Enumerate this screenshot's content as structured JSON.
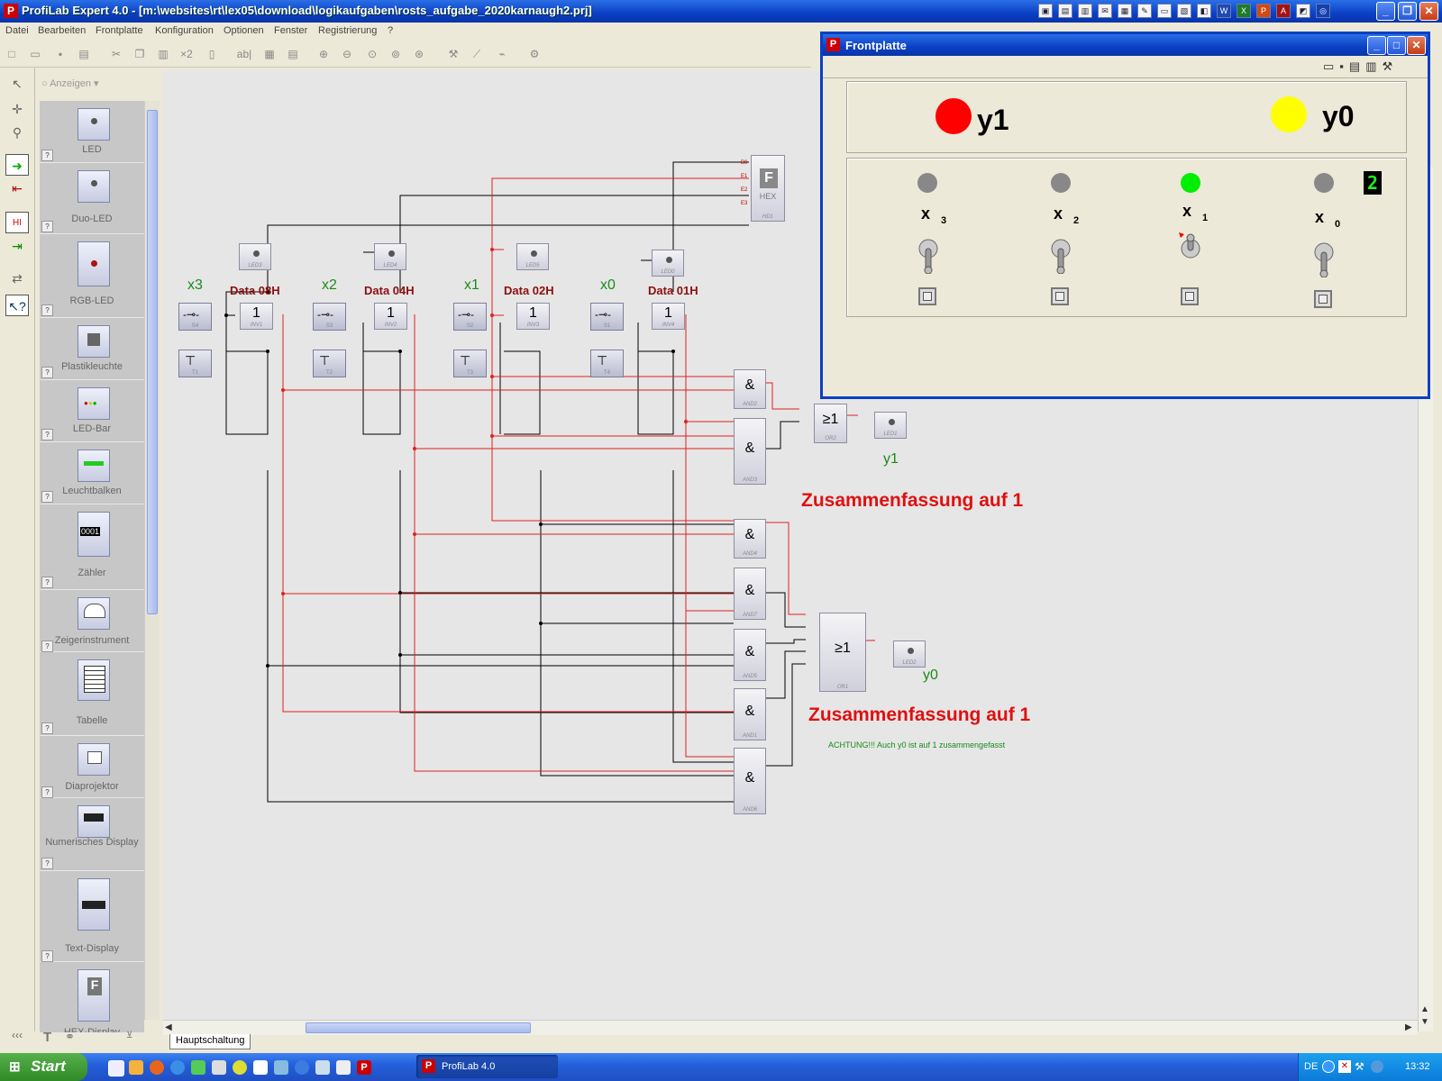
{
  "window": {
    "title": "ProfiLab Expert 4.0 - [m:\\websites\\rt\\lex05\\download\\logikaufgaben\\rosts_aufgabe_2020karnaugh2.prj]",
    "icon_letter": "P"
  },
  "menu": [
    "Datei",
    "Bearbeiten",
    "Frontplatte",
    "Konfiguration",
    "Optionen",
    "Fenster",
    "Registrierung",
    "?"
  ],
  "palette": {
    "header": "Anzeigen",
    "items": [
      "LED",
      "Duo-LED",
      "RGB-LED",
      "Plastikleuchte",
      "LED-Bar",
      "Leuchtbalken",
      "Zähler",
      "Zeigerinstrument",
      "Tabelle",
      "Diaprojektor",
      "Numerisches Display",
      "Text-Display",
      "HEX-Display"
    ]
  },
  "canvas": {
    "inputs": [
      {
        "name": "x3",
        "data_label": "Data 08H",
        "switch_cap": "S4",
        "button_cap": "T1",
        "inv_cap": "INV1",
        "led_cap": "LED3"
      },
      {
        "name": "x2",
        "data_label": "Data 04H",
        "switch_cap": "S3",
        "button_cap": "T2",
        "inv_cap": "INV2",
        "led_cap": "LED4"
      },
      {
        "name": "x1",
        "data_label": "Data 02H",
        "switch_cap": "S2",
        "button_cap": "T3",
        "inv_cap": "INV3",
        "led_cap": "LED5"
      },
      {
        "name": "x0",
        "data_label": "Data 01H",
        "switch_cap": "S1",
        "button_cap": "T4",
        "inv_cap": "INV4",
        "led_cap": "LED0"
      }
    ],
    "inv_symbol": "1",
    "and_symbol": "&",
    "or_symbol": "≥1",
    "hex_block": {
      "letter": "F",
      "label": "HEX",
      "cap": "HD1",
      "pins": [
        "B0",
        "E1",
        "E2",
        "E3"
      ]
    },
    "and_gates": [
      "AND2",
      "AND3",
      "AND4",
      "AND7",
      "AND5",
      "AND1",
      "AND6"
    ],
    "or_gates": [
      "OR2",
      "OR1"
    ],
    "output_leds": [
      "LED1",
      "LED2"
    ],
    "out_y1": "y1",
    "out_y0": "y0",
    "note1": "Zusammenfassung auf 1",
    "note2": "Zusammenfassung auf 1",
    "warning": "ACHTUNG!!! Auch y0 ist auf 1 zusammengefasst",
    "sheet_tab": "Hauptschaltung"
  },
  "frontpanel": {
    "title": "Frontplatte",
    "y1_label": "y1",
    "y0_label": "y0",
    "y1_color": "#ff0000",
    "y0_color": "#ffff00",
    "hex_digit": "2",
    "inputs": [
      {
        "label": "x",
        "sub": "3",
        "led_on": false
      },
      {
        "label": "x",
        "sub": "2",
        "led_on": false
      },
      {
        "label": "x",
        "sub": "1",
        "led_on": true
      },
      {
        "label": "x",
        "sub": "0",
        "led_on": false
      }
    ]
  },
  "taskbar": {
    "start_label": "Start",
    "task_label": "ProfiLab 4.0",
    "lang": "DE",
    "clock": "13:32"
  },
  "colors": {
    "wire_red": "#e02020",
    "wire_black": "#000000",
    "label_green": "#1a8a1a",
    "label_darkred": "#8b1010"
  }
}
